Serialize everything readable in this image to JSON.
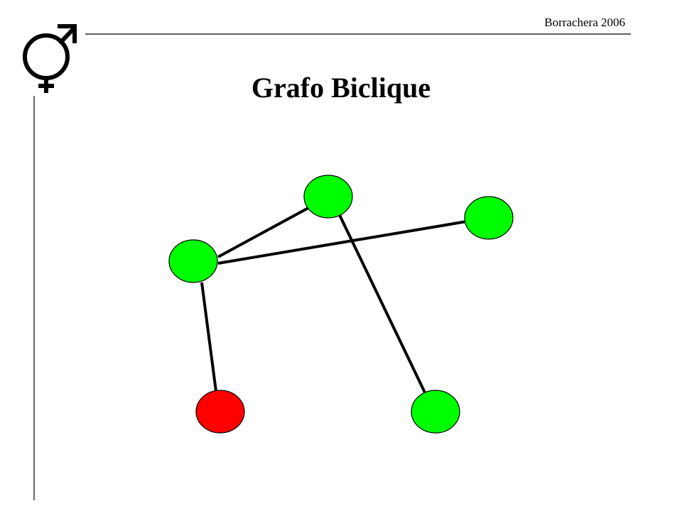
{
  "header": {
    "credit": "Borrachera 2006"
  },
  "slide": {
    "title": "Grafo Biclique"
  },
  "colors": {
    "node_green": "#00ff00",
    "node_red": "#ff0000",
    "edge": "#000000",
    "rule": "#000000"
  },
  "icons": {
    "logo": "hermaphrodite-symbol-icon"
  },
  "graph": {
    "nodes": [
      {
        "id": "n-top",
        "color": "green"
      },
      {
        "id": "n-right",
        "color": "green"
      },
      {
        "id": "n-left",
        "color": "green"
      },
      {
        "id": "n-bottom-left",
        "color": "red"
      },
      {
        "id": "n-bottom-right",
        "color": "green"
      }
    ],
    "edges": [
      {
        "from": "n-left",
        "to": "n-top"
      },
      {
        "from": "n-left",
        "to": "n-right"
      },
      {
        "from": "n-left",
        "to": "n-bottom-left"
      },
      {
        "from": "n-top",
        "to": "n-bottom-right"
      }
    ]
  }
}
